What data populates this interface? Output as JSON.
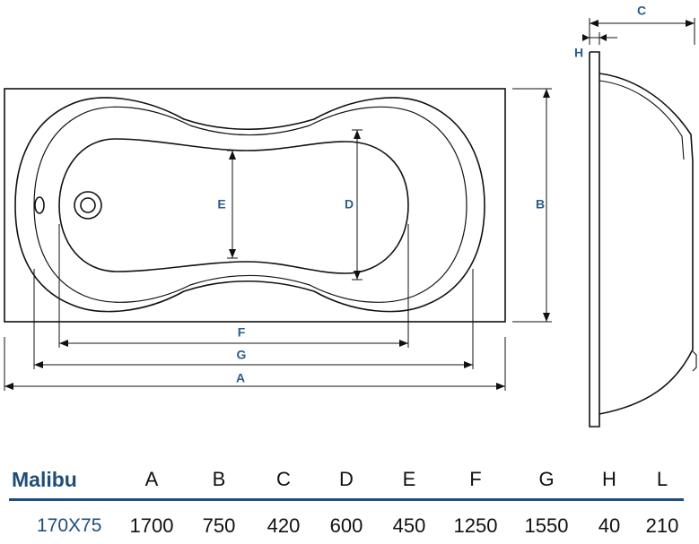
{
  "dimension_labels": {
    "A": "A",
    "B": "B",
    "C": "C",
    "D": "D",
    "E": "E",
    "F": "F",
    "G": "G",
    "H": "H"
  },
  "table": {
    "model": "Malibu",
    "size": "170X75",
    "columns": [
      {
        "label": "A",
        "value": "1700"
      },
      {
        "label": "B",
        "value": "750"
      },
      {
        "label": "C",
        "value": "420"
      },
      {
        "label": "D",
        "value": "600"
      },
      {
        "label": "E",
        "value": "450"
      },
      {
        "label": "F",
        "value": "1250"
      },
      {
        "label": "G",
        "value": "1550"
      },
      {
        "label": "H",
        "value": "40"
      },
      {
        "label": "L",
        "value": "210"
      }
    ]
  },
  "colors": {
    "accent": "#1f4e7a",
    "label": "#2a5d8f",
    "line": "#111111"
  }
}
